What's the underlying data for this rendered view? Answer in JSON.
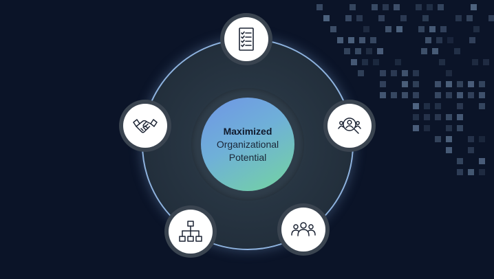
{
  "center": {
    "title": "Maximized",
    "line2": "Organizational",
    "line3": "Potential"
  },
  "nodes": [
    {
      "id": "checklist",
      "icon": "checklist-icon"
    },
    {
      "id": "user-search",
      "icon": "user-search-icon"
    },
    {
      "id": "team",
      "icon": "team-icon"
    },
    {
      "id": "org-chart",
      "icon": "org-chart-icon"
    },
    {
      "id": "handshake",
      "icon": "handshake-icon"
    }
  ],
  "colors": {
    "background": "#0b1428",
    "ring_stroke": "#8fb4e0",
    "core_gradient_start": "#6f95e6",
    "core_gradient_end": "#74d59f",
    "icon_stroke": "#1b2333"
  }
}
